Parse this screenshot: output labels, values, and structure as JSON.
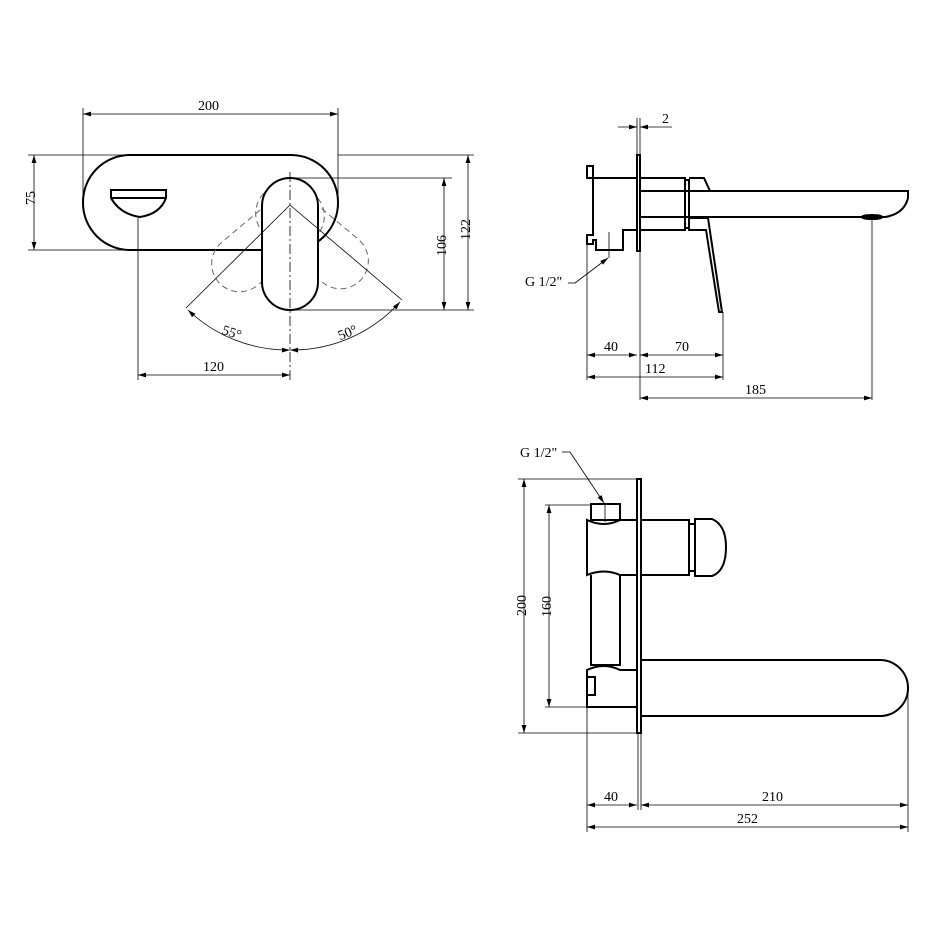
{
  "front_view": {
    "width": "200",
    "height": "75",
    "handle_height": "106",
    "total_height": "122",
    "angle_left": "55°",
    "angle_right": "50°",
    "spout_offset": "120"
  },
  "side_view": {
    "plate": "2",
    "thread": "G 1/2\"",
    "body_depth": "40",
    "handle_reach": "70",
    "total_to_handle": "112",
    "spout_reach": "185"
  },
  "top_view": {
    "thread": "G 1/2\"",
    "plate_height": "200",
    "inlet_spacing": "160",
    "body_depth": "40",
    "spout_length": "210",
    "total_length": "252"
  }
}
